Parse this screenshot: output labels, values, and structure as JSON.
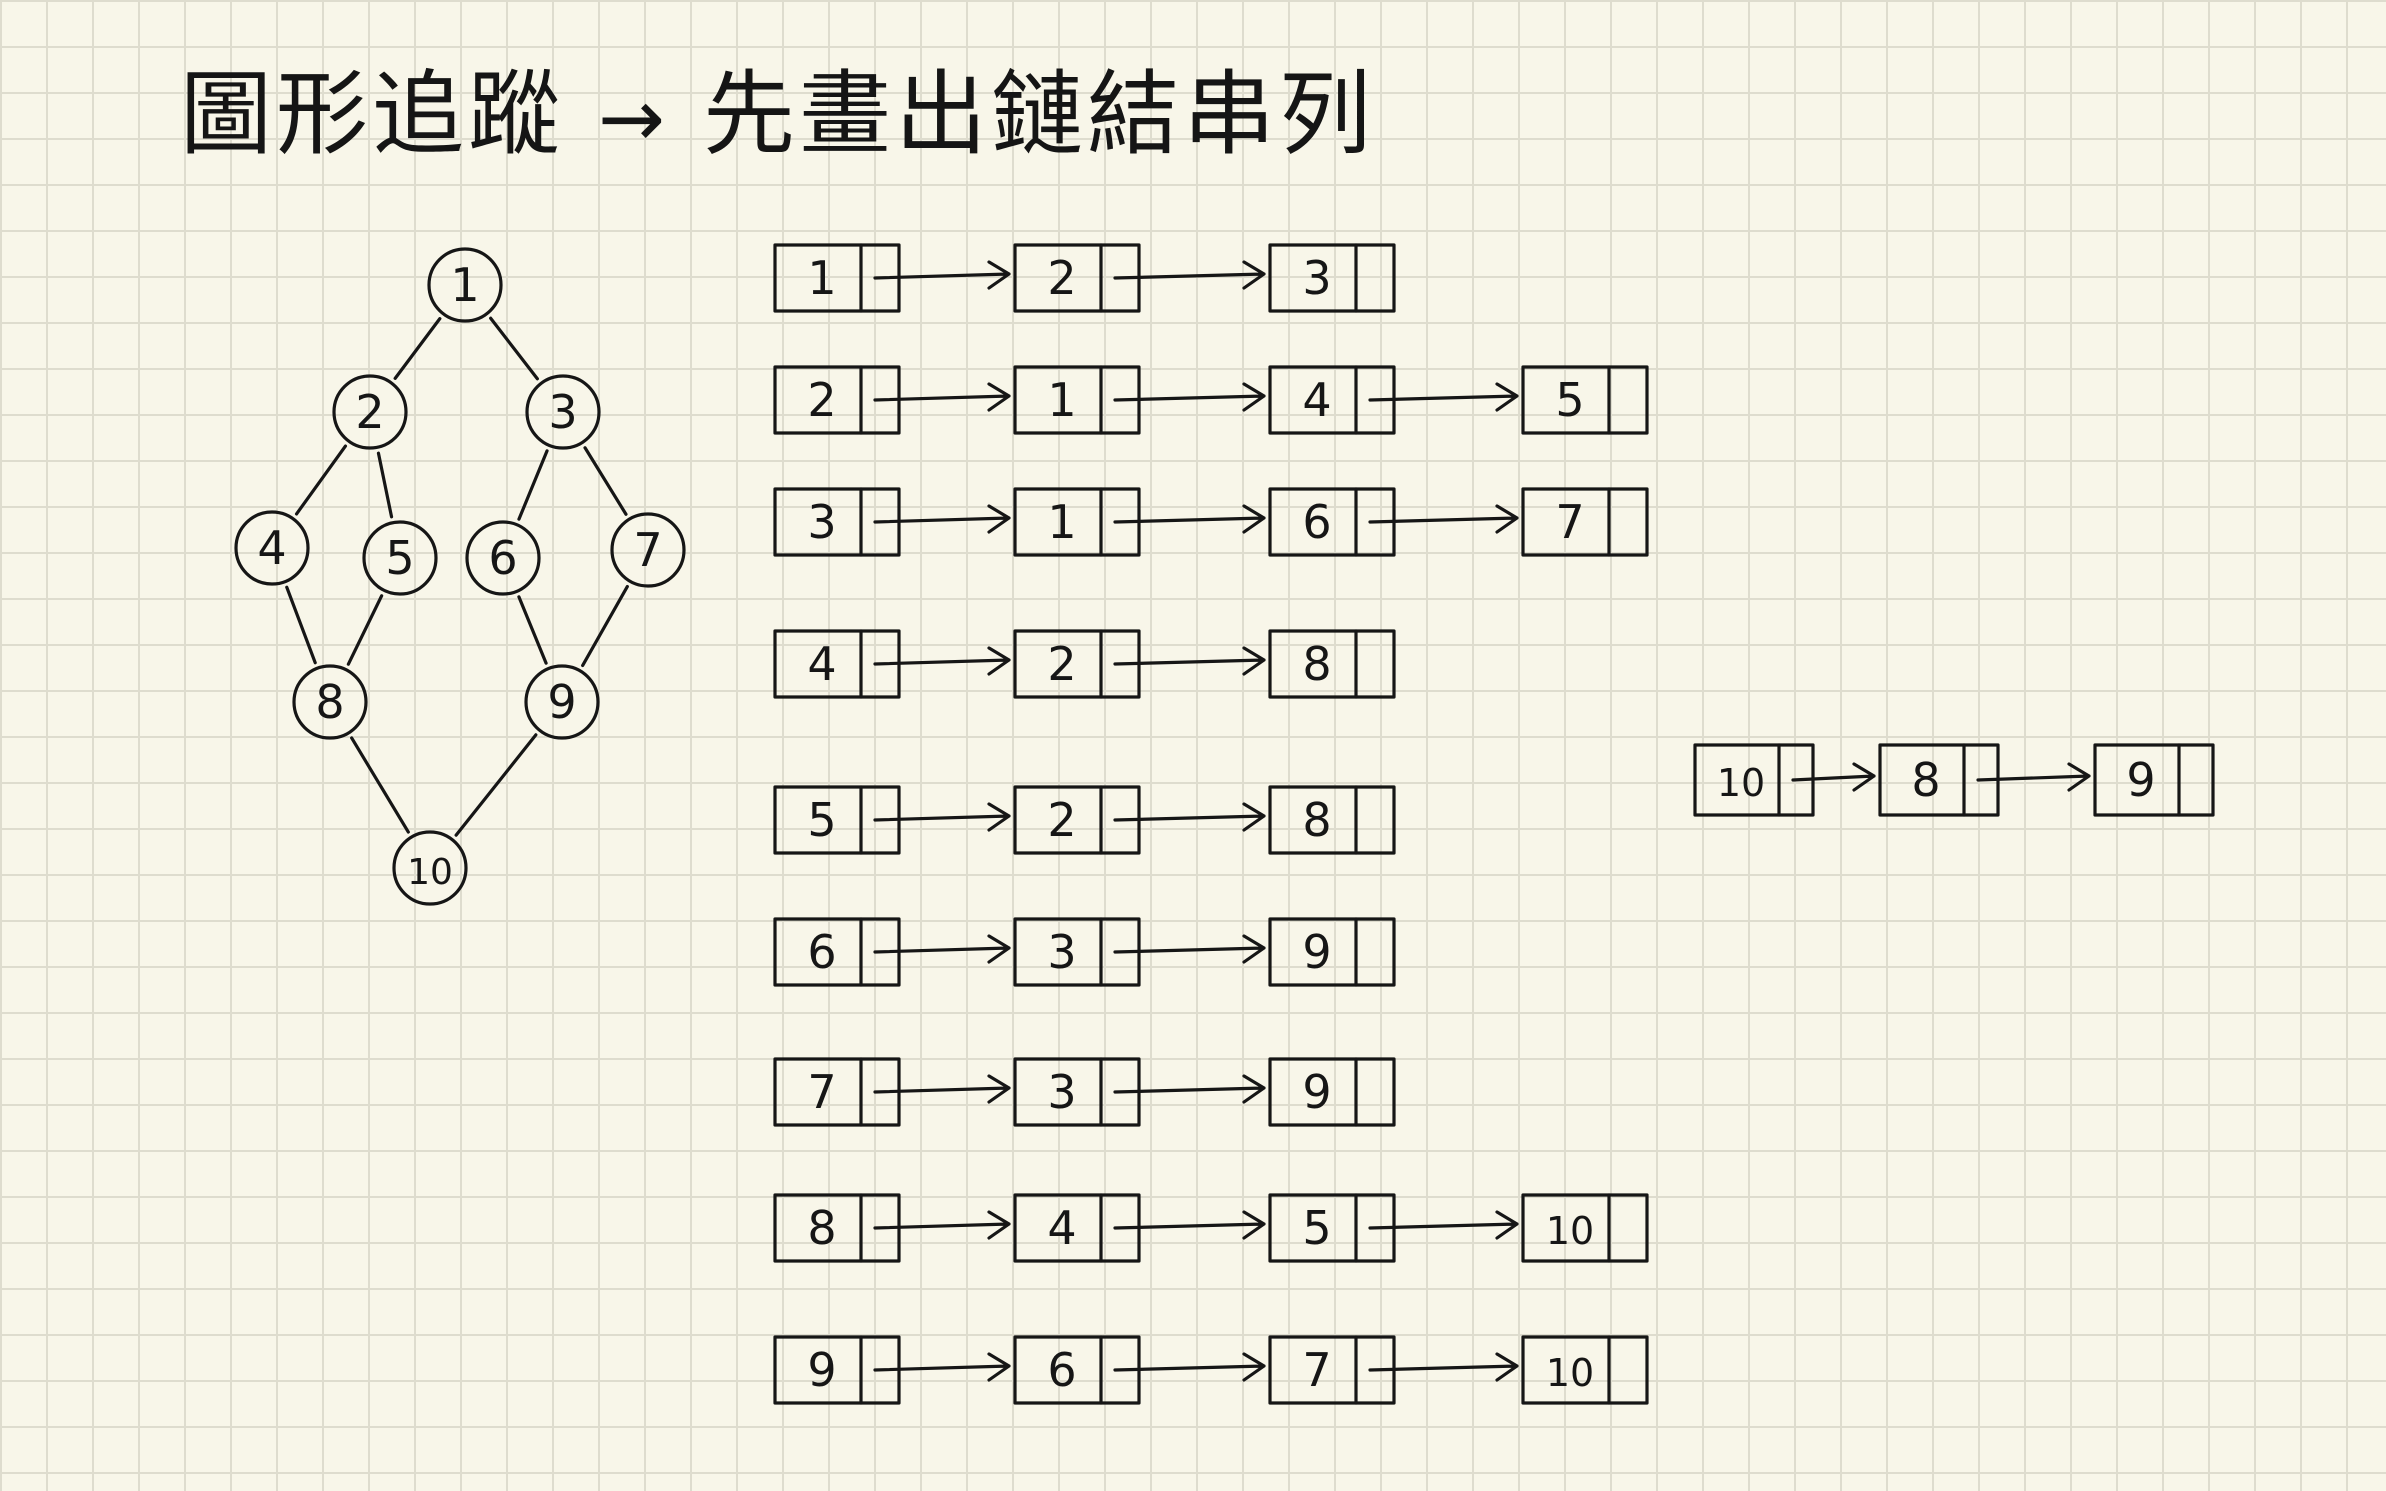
{
  "title": {
    "left": "圖形追蹤",
    "arrow": "→",
    "right": "先畫出鏈結串列"
  },
  "graph": {
    "nodes": [
      "1",
      "2",
      "3",
      "4",
      "5",
      "6",
      "7",
      "8",
      "9",
      "10"
    ],
    "edges": [
      [
        "1",
        "2"
      ],
      [
        "1",
        "3"
      ],
      [
        "2",
        "4"
      ],
      [
        "2",
        "5"
      ],
      [
        "3",
        "6"
      ],
      [
        "3",
        "7"
      ],
      [
        "4",
        "8"
      ],
      [
        "5",
        "8"
      ],
      [
        "6",
        "9"
      ],
      [
        "7",
        "9"
      ],
      [
        "8",
        "10"
      ],
      [
        "9",
        "10"
      ]
    ]
  },
  "lists": [
    [
      "1",
      "2",
      "3"
    ],
    [
      "2",
      "1",
      "4",
      "5"
    ],
    [
      "3",
      "1",
      "6",
      "7"
    ],
    [
      "4",
      "2",
      "8"
    ],
    [
      "5",
      "2",
      "8"
    ],
    [
      "6",
      "3",
      "9"
    ],
    [
      "7",
      "3",
      "9"
    ],
    [
      "8",
      "4",
      "5",
      "10"
    ],
    [
      "9",
      "6",
      "7",
      "10"
    ],
    [
      "10",
      "8",
      "9"
    ]
  ]
}
